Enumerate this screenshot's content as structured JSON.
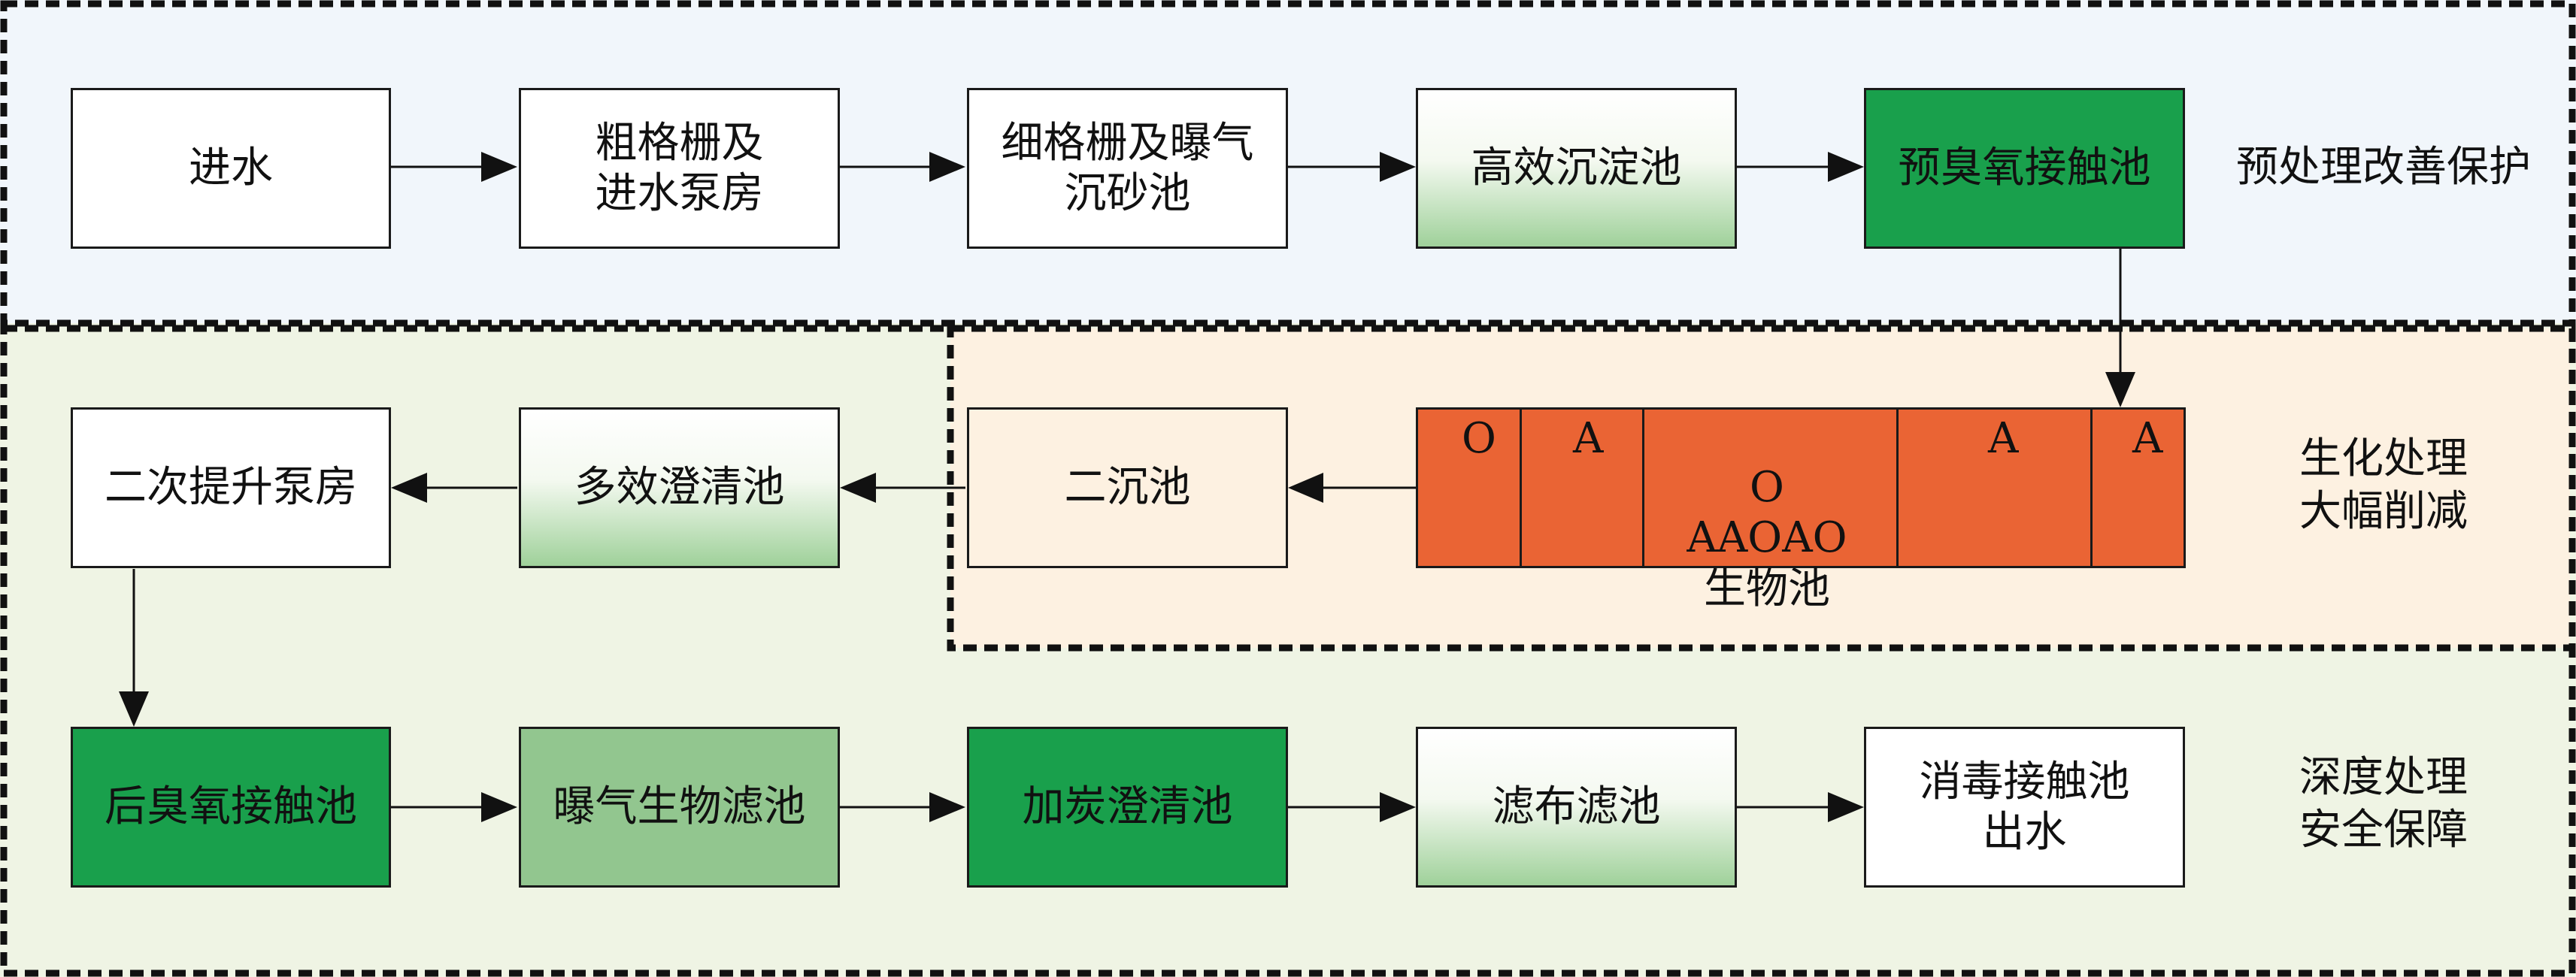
{
  "regions": {
    "pretreatment_label": "预处理改善保护",
    "biochemical_label": "生化处理\n大幅削减",
    "deep_label": "深度处理\n安全保障"
  },
  "row1": {
    "inlet": "进水",
    "coarse_screen": "粗格栅及\n进水泵房",
    "fine_screen": "细格栅及曝气\n沉砂池",
    "sedimentation": "高效沉淀池",
    "pre_ozone": "预臭氧接触池"
  },
  "row2": {
    "biotank": {
      "zones": [
        "O",
        "A",
        "O",
        "A",
        "A"
      ],
      "name": "AAOAO\n生物池"
    },
    "secondary_clarifier": "二沉池",
    "multi_clarifier": "多效澄清池",
    "lift_pump": "二次提升泵房"
  },
  "row3": {
    "post_ozone": "后臭氧接触池",
    "baf": "曝气生物滤池",
    "carbon_clarifier": "加炭澄清池",
    "cloth_filter": "滤布滤池",
    "disinfection": "消毒接触池\n出水"
  },
  "colors": {
    "pretreatment_bg": "#f1f6fb",
    "biochemical_bg": "#fdf1e1",
    "deep_bg": "#eff4e4",
    "dark_green": "#19a04c",
    "mid_green": "#92c68f",
    "orange": "#ea6434"
  }
}
